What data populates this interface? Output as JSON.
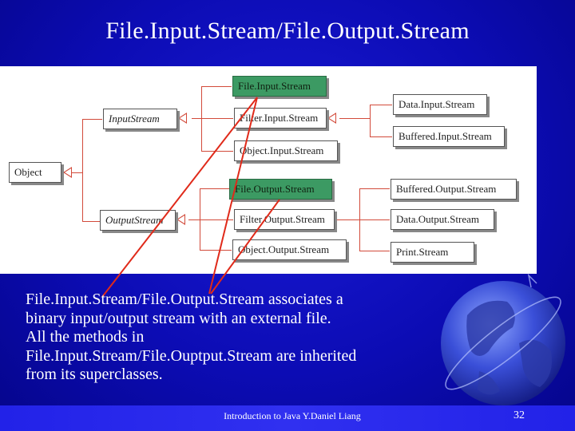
{
  "title": "File.Input.Stream/File.Output.Stream",
  "diagram": {
    "object": "Object",
    "input_stream": "InputStream",
    "output_stream": "OutputStream",
    "file_input_stream": "File.Input.Stream",
    "filter_input_stream": "Filter.Input.Stream",
    "object_input_stream": "Object.Input.Stream",
    "data_input_stream": "Data.Input.Stream",
    "buffered_input_stream": "Buffered.Input.Stream",
    "file_output_stream": "File.Output.Stream",
    "filter_output_stream": "Filter.Output.Stream",
    "object_output_stream": "Object.Output.Stream",
    "buffered_output_stream": "Buffered.Output.Stream",
    "data_output_stream": "Data.Output.Stream",
    "print_stream": "Print.Stream"
  },
  "body_lines": [
    "File.Input.Stream/File.Output.Stream associates a",
    "binary input/output stream with an external file.",
    "All the methods in",
    "File.Input.Stream/File.Ouptput.Stream are inherited",
    "from its superclasses."
  ],
  "footer": {
    "text": "Introduction to Java Y.Daniel Liang",
    "page": "32"
  },
  "colors": {
    "background": "#0c0cb4",
    "highlight_box": "#3c9a63",
    "pointer_line": "#e02a1a",
    "connector": "#d24a3a"
  }
}
